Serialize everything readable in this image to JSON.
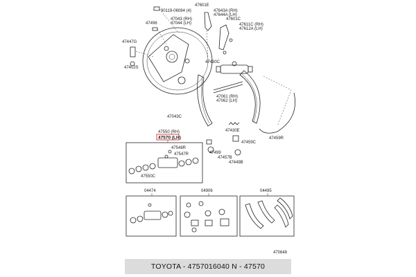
{
  "parts": {
    "top": [
      "47601E",
      "90119-06084 (4)",
      "47643A (RH)",
      "47644A (LH)",
      "47043 (RH)",
      "47044 (LH)",
      "47496",
      "47601C",
      "47611C (RH)",
      "47612A (LH)",
      "47447G",
      "47402S",
      "47430C",
      "47061 (RH)",
      "47062 (LH)",
      "47043C",
      "47430E",
      "47459C",
      "47459R",
      "47499",
      "47457B",
      "47449B"
    ],
    "cylinder_title": [
      "47550 (RH)",
      "47570 (LH)"
    ],
    "cylinder": [
      "47548R",
      "47547R",
      "47550C"
    ],
    "kits": [
      "04474",
      "04906",
      "04495"
    ],
    "figure_number": "470648"
  },
  "highlight_color": "#e03030",
  "footer": {
    "text": "TOYOTA - 4757016040    N - 47570"
  }
}
